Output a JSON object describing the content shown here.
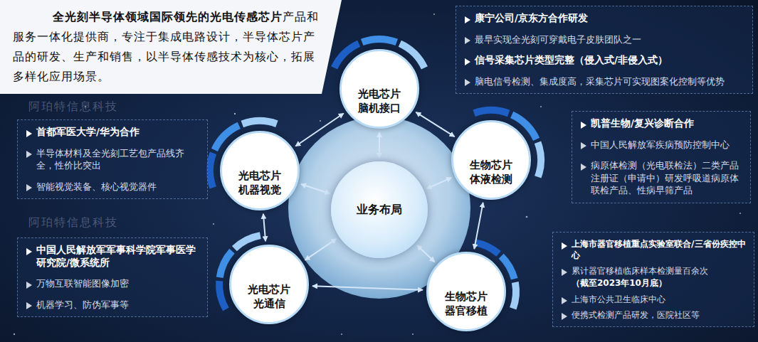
{
  "diagram": {
    "nodes": [
      {
        "text": [
          "全光刻半导体领域国际领先的光电传感芯片",
          "产品和服务一体化提供商，专注于集成电路设计，半导体芯片产品的研发、生产和销售，以半导体传感技术为核心，拓展多样化应用场景。"
        ]
      },
      {
        "text": [
          "业务布局"
        ]
      },
      {
        "text": [
          "光电芯片 脑机接口"
        ]
      },
      {
        "text": [
          "生物芯片 体液检测"
        ]
      },
      {
        "text": [
          "生物芯片 器官移植"
        ]
      },
      {
        "text": [
          "光电芯片 光通信"
        ]
      },
      {
        "text": [
          "光电芯片 机器视觉"
        ]
      },
      {
        "text": [
          "康宁公司/京东方合作研发",
          "最早实现全光刻可穿戴电子皮肤团队之一",
          "信号采集芯片类型完整（侵入式/非侵入式）",
          "脑电信号检测、集成度高，采集芯片可实现图案化控制等优势"
        ]
      },
      {
        "text": [
          "凯普生物/复兴诊断合作",
          "中国人民解放军疾病预防控制中心",
          "病原体检测（光电联检法）二类产品注册证（申请中）研发呼吸道病原体联检产品、性病早筛产品"
        ]
      },
      {
        "text": [
          "上海市器官移植重点实验室联合/三省份疾控中心",
          "累计器官移植临床样本检测量百余次",
          "（截至2023年10月底）",
          "上海市公共卫生临床中心",
          "便携式检测产品研发，医院社区等"
        ]
      },
      {
        "text": [
          "首都军医大学/华为合作",
          "半导体材料及全光刻工艺包产品线齐全，性价比突出",
          "智能视觉装备、核心视觉器件"
        ]
      },
      {
        "text": [
          "中国人民解放军军事科学院军事医学研究院/微系统所",
          "万物互联智能图像加密",
          "机器学习、防伪军事等"
        ]
      }
    ],
    "edges": [
      {
        "from": 1,
        "to": 2,
        "arrow": "both"
      },
      {
        "from": 1,
        "to": 3,
        "arrow": "both"
      },
      {
        "from": 1,
        "to": 4,
        "arrow": "both"
      },
      {
        "from": 1,
        "to": 5,
        "arrow": "both"
      },
      {
        "from": 1,
        "to": 6,
        "arrow": "both"
      },
      {
        "from": 2,
        "to": 3,
        "arrow": "both"
      },
      {
        "from": 3,
        "to": 4,
        "arrow": "both"
      },
      {
        "from": 4,
        "to": 5,
        "arrow": "both"
      },
      {
        "from": 5,
        "to": 6,
        "arrow": "both"
      },
      {
        "from": 6,
        "to": 2,
        "arrow": "both"
      }
    ],
    "labels": [
      "阿珀特信息科技",
      "阿珀特信息科技"
    ]
  }
}
